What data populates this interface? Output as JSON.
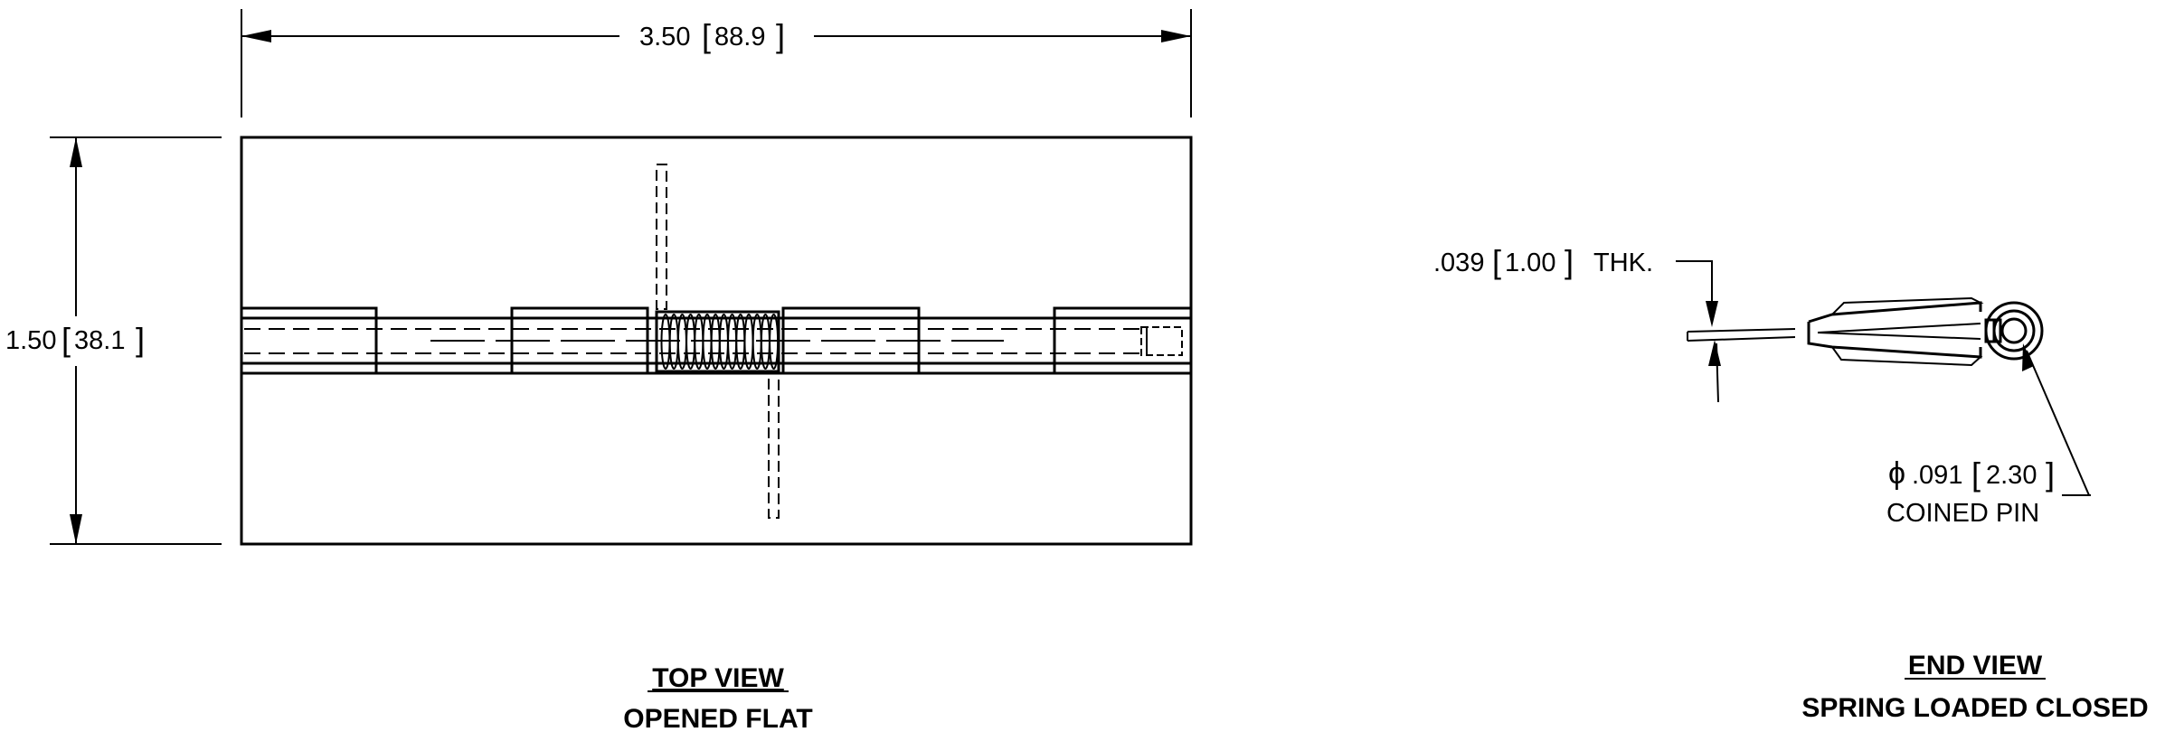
{
  "top_view": {
    "title": "TOP VIEW",
    "subtitle": "OPENED FLAT",
    "width_dim": {
      "inch": "3.50",
      "mm": "88.9"
    },
    "height_dim": {
      "inch": "1.50",
      "mm": "38.1"
    }
  },
  "end_view": {
    "title": "END VIEW",
    "subtitle": "SPRING LOADED CLOSED",
    "thickness": {
      "inch": ".039",
      "mm": "1.00",
      "suffix": "THK."
    },
    "pin": {
      "symbol": "ϕ",
      "inch": ".091",
      "mm": "2.30",
      "note": "COINED PIN"
    }
  }
}
